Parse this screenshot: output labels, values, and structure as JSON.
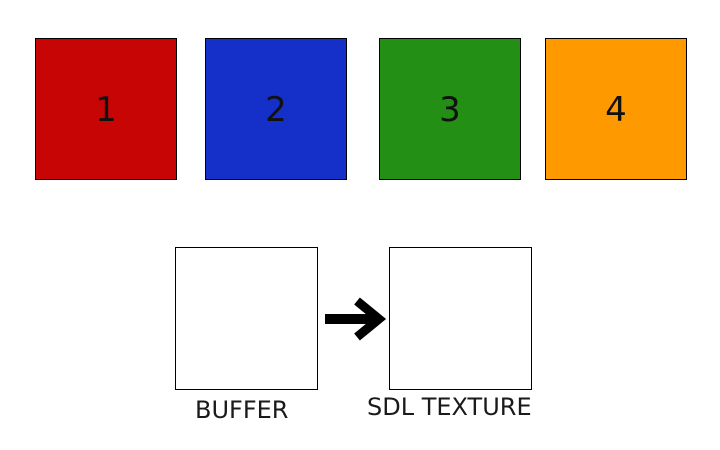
{
  "tiles": [
    {
      "label": "1",
      "color": "#c80505"
    },
    {
      "label": "2",
      "color": "#1530c8"
    },
    {
      "label": "3",
      "color": "#238f14"
    },
    {
      "label": "4",
      "color": "#fe9900"
    }
  ],
  "buffer": {
    "label": "BUFFER"
  },
  "texture": {
    "label": "SDL TEXTURE"
  },
  "arrow": {
    "icon": "right-arrow-icon",
    "color": "#000000"
  }
}
